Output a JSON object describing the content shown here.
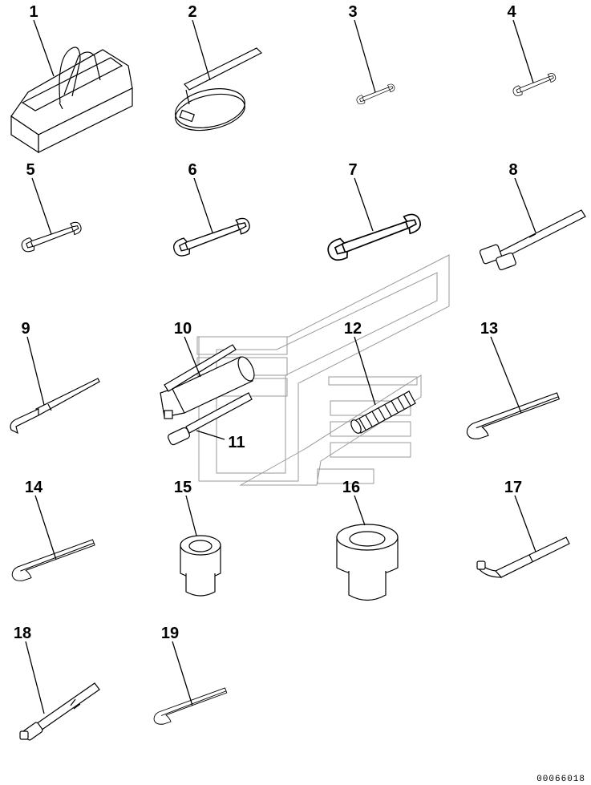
{
  "parts": [
    {
      "no": "1",
      "tool": "tool-bag"
    },
    {
      "no": "2",
      "tool": "filter-wrench"
    },
    {
      "no": "3",
      "tool": "open-end-wrench"
    },
    {
      "no": "4",
      "tool": "open-end-wrench"
    },
    {
      "no": "5",
      "tool": "open-end-wrench"
    },
    {
      "no": "6",
      "tool": "open-end-wrench"
    },
    {
      "no": "7",
      "tool": "open-end-wrench"
    },
    {
      "no": "8",
      "tool": "socket-wrench-handle"
    },
    {
      "no": "9",
      "tool": "pry-bar"
    },
    {
      "no": "10",
      "tool": "grease-gun"
    },
    {
      "no": "11",
      "tool": "grease-gun-nozzle"
    },
    {
      "no": "12",
      "tool": "hose"
    },
    {
      "no": "13",
      "tool": "hex-key"
    },
    {
      "no": "14",
      "tool": "hex-key"
    },
    {
      "no": "15",
      "tool": "socket"
    },
    {
      "no": "16",
      "tool": "socket"
    },
    {
      "no": "17",
      "tool": "socket-wrench-handle"
    },
    {
      "no": "18",
      "tool": "ratchet-handle"
    },
    {
      "no": "19",
      "tool": "hex-key"
    }
  ],
  "drawing_code": "00066018"
}
